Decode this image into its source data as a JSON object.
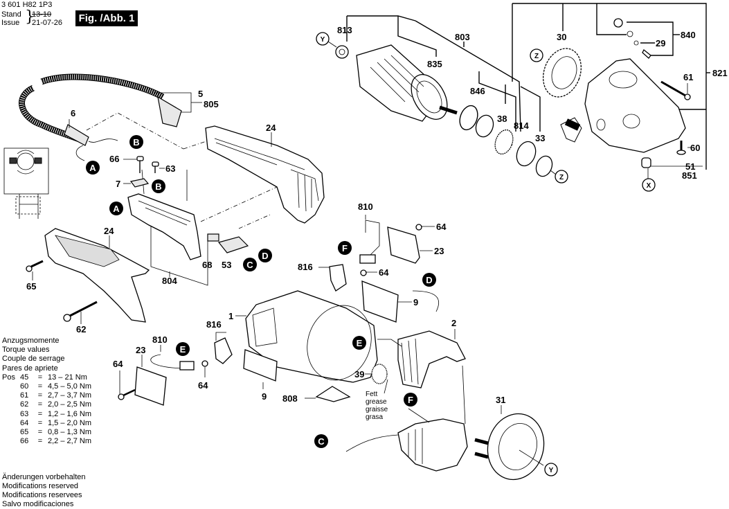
{
  "header": {
    "doc_number": "3 601 H82 1P3",
    "stand_label": "Stand",
    "issue_label": "Issue",
    "old_date": "13-10",
    "new_date": "21-07-26",
    "figure_label": "Fig. /Abb. 1"
  },
  "torque": {
    "headings": [
      "Anzugsmomente",
      "Torque values",
      "Couple de serrage",
      "Pares de apriete"
    ],
    "pos_label": "Pos",
    "rows": [
      {
        "pos": "45",
        "value": "13  – 21 Nm"
      },
      {
        "pos": "60",
        "value": "4,5 – 5,0 Nm"
      },
      {
        "pos": "61",
        "value": "2,7 – 3,7 Nm"
      },
      {
        "pos": "62",
        "value": "2,0 – 2,5 Nm"
      },
      {
        "pos": "63",
        "value": "1,2 – 1,6 Nm"
      },
      {
        "pos": "64",
        "value": "1,5 – 2,0 Nm"
      },
      {
        "pos": "65",
        "value": "0,8 – 1,3 Nm"
      },
      {
        "pos": "66",
        "value": "2,2 – 2,7 Nm"
      }
    ]
  },
  "footer": [
    "Änderungen vorbehalten",
    "Modifications reserved",
    "Modifications reservees",
    "Salvo modificaciones"
  ],
  "grease_note": [
    "Fett",
    "grease",
    "graisse",
    "grasa"
  ],
  "part_labels": {
    "p813": "813",
    "p803": "803",
    "p835": "835",
    "p846": "846",
    "p38": "38",
    "p814": "814",
    "p33": "33",
    "p30": "30",
    "p840": "840",
    "p29": "29",
    "p821": "821",
    "p61": "61",
    "p60": "60",
    "p51": "51",
    "p851": "851",
    "p5": "5",
    "p805": "805",
    "p6": "6",
    "p24a": "24",
    "p66": "66",
    "p63": "63",
    "p7": "7",
    "p24b": "24",
    "p65": "65",
    "p62": "62",
    "p804": "804",
    "p68": "68",
    "p53": "53",
    "p810a": "810",
    "p64a": "64",
    "p23a": "23",
    "p816a": "816",
    "p64b": "64",
    "p1": "1",
    "p816b": "816",
    "p810b": "810",
    "p23b": "23",
    "p64c": "64",
    "p64d": "64",
    "p9a": "9",
    "p9b": "9",
    "p808": "808",
    "p39": "39",
    "p2": "2",
    "p31": "31"
  },
  "connectors": {
    "A1": "A",
    "A2": "A",
    "B1": "B",
    "B2": "B",
    "C1": "C",
    "C2": "C",
    "D1": "D",
    "D2": "D",
    "E1": "E",
    "E2": "E",
    "F1": "F",
    "F2": "F"
  },
  "refs": {
    "Y1": "Y",
    "Y2": "Y",
    "Z1": "Z",
    "Z2": "Z",
    "X1": "X"
  }
}
